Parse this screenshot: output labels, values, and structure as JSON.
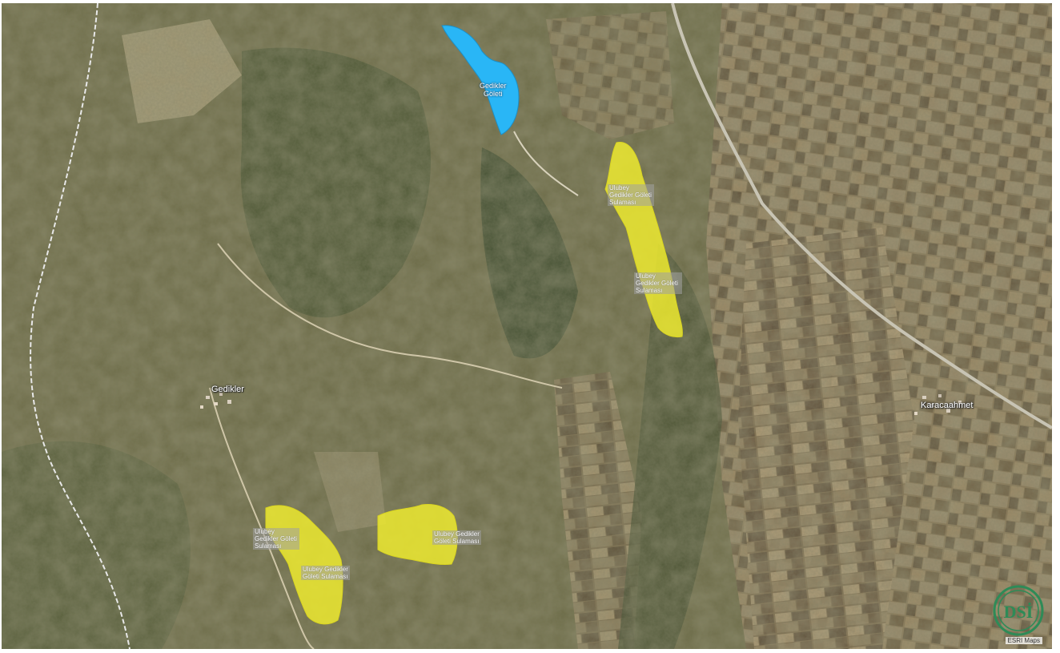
{
  "map": {
    "basemap": "satellite",
    "attribution": "ESRI Maps",
    "places": {
      "gedikler": "Gedikler",
      "karacaahmet": "Karacaahmet"
    },
    "pond": {
      "line1": "Gedikler",
      "line2": "Göleti",
      "color": "#29b6f6"
    },
    "zones": {
      "color": "#f2ee2e",
      "north_top": "Ulubey Gedikler Göleti Sulaması",
      "north_bottom": "Ulubey Gedikler Göleti Sulaması",
      "southwest_top": "Ulubey Gedikler Göleti Sulaması",
      "southwest_bottom_l1": "Ulubey Gedikler",
      "southwest_bottom_l2": "Göleti Sulaması",
      "south_middle_l1": "Ulubey Gedikler",
      "south_middle_l2": "Göleti Sulaması"
    },
    "logo": {
      "text": "DSİ",
      "color": "#2e8b57"
    }
  }
}
